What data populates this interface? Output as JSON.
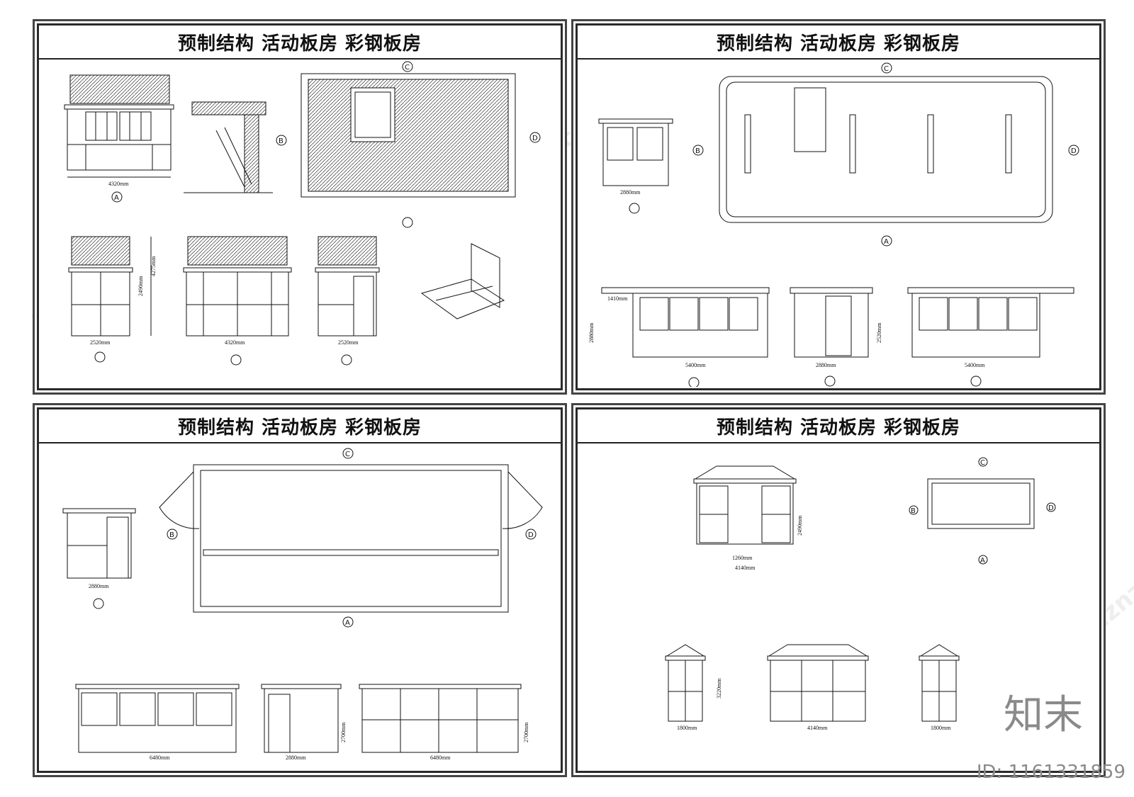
{
  "sheets": [
    {
      "title": "预制结构  活动板房  彩钢板房",
      "markers": [
        "A",
        "B",
        "C",
        "D"
      ],
      "dimensions": [
        "4320mm",
        "2520mm",
        "4320mm",
        "2520mm",
        "2490mm",
        "4275mm"
      ]
    },
    {
      "title": "预制结构  活动板房  彩钢板房",
      "markers": [
        "A",
        "B",
        "C",
        "D"
      ],
      "dimensions": [
        "2880mm",
        "1410mm",
        "2880mm",
        "5400mm",
        "2880mm",
        "2520mm",
        "5400mm"
      ]
    },
    {
      "title": "预制结构  活动板房  彩钢板房",
      "markers": [
        "A",
        "B",
        "C",
        "D"
      ],
      "dimensions": [
        "2880mm",
        "6480mm",
        "2880mm",
        "2700mm",
        "6480mm",
        "2700mm"
      ]
    },
    {
      "title": "预制结构  活动板房  彩钢板房",
      "markers": [
        "A",
        "B",
        "C",
        "D"
      ],
      "dimensions": [
        "1260mm",
        "4140mm",
        "2490mm",
        "1800mm",
        "3220mm",
        "4140mm",
        "1800mm"
      ]
    }
  ],
  "watermark": "知末网www.znzmo.com",
  "brand": "知末",
  "id_label": "ID: 1161331859"
}
